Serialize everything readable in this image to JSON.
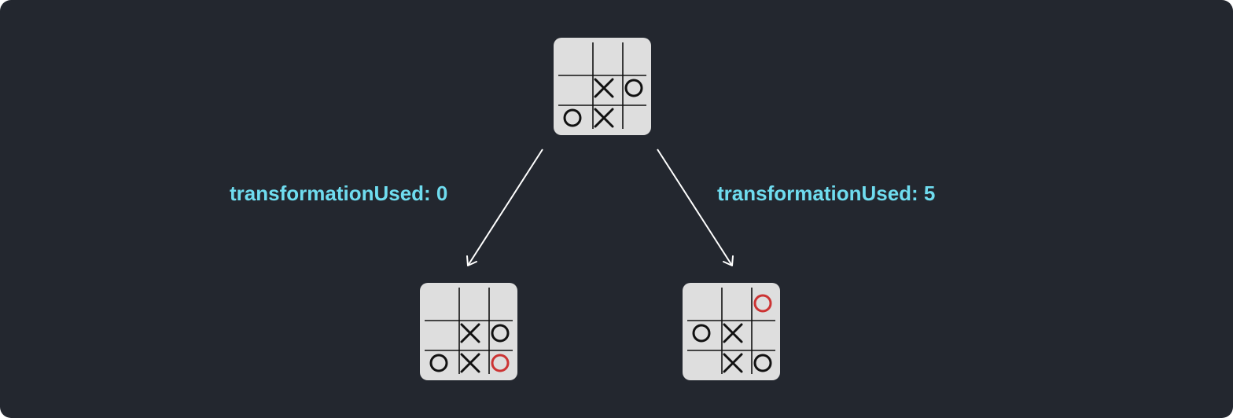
{
  "colors": {
    "background": "#23272f",
    "board": "#dedede",
    "grid": "#111111",
    "mark": "#111111",
    "highlight": "#cc3333",
    "label": "#6fdcef",
    "arrow": "#ffffff"
  },
  "boards": {
    "top": {
      "cells": [
        "",
        "",
        "",
        "",
        "X",
        "O",
        "O",
        "X",
        ""
      ],
      "highlight": []
    },
    "left": {
      "cells": [
        "",
        "",
        "",
        "",
        "X",
        "O",
        "O",
        "X",
        "O"
      ],
      "highlight": [
        8
      ]
    },
    "right": {
      "cells": [
        "",
        "",
        "O",
        "O",
        "X",
        "",
        "",
        "X",
        "O"
      ],
      "highlight": [
        2
      ]
    }
  },
  "edges": {
    "left": {
      "label": "transformationUsed: 0"
    },
    "right": {
      "label": "transformationUsed: 5"
    }
  }
}
